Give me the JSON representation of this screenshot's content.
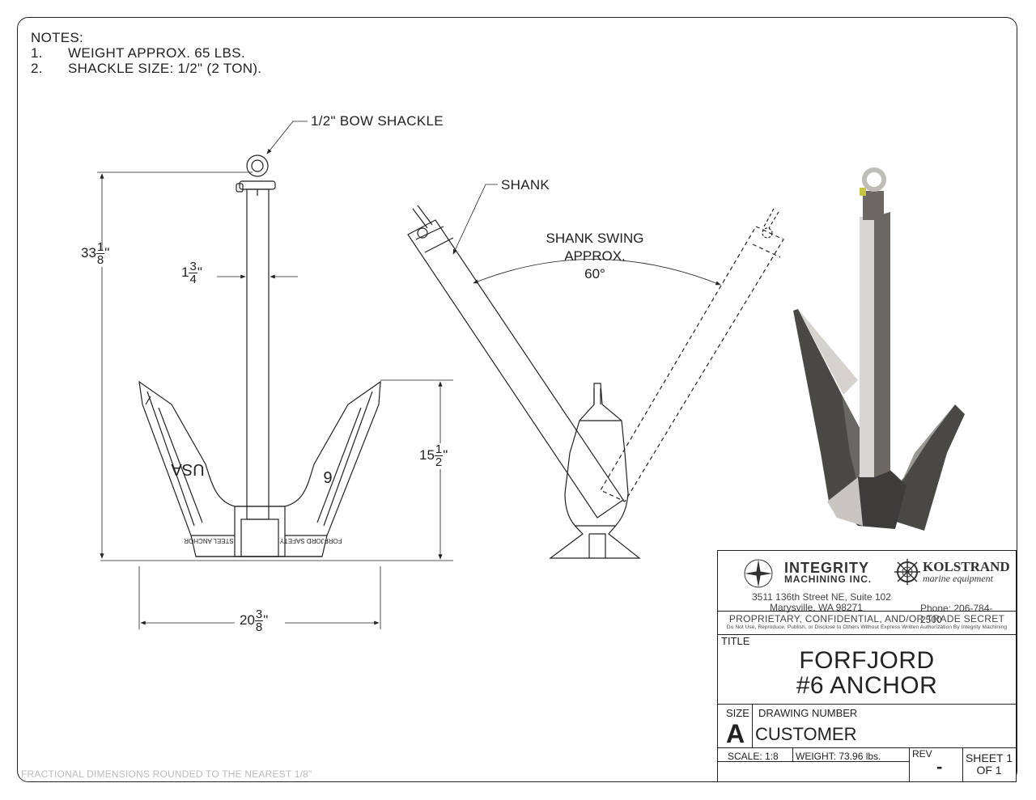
{
  "notes": {
    "heading": "NOTES:",
    "items": [
      {
        "num": "1.",
        "text": "WEIGHT APPROX. 65 LBS."
      },
      {
        "num": "2.",
        "text": "SHACKLE SIZE: 1/2\" (2 TON)."
      }
    ]
  },
  "callouts": {
    "shackle": "1/2\" BOW SHACKLE",
    "shank": "SHANK",
    "swing_line1": "SHANK SWING",
    "swing_line2": "APPROX.",
    "swing_line3": "60°"
  },
  "dimensions": {
    "height": {
      "whole": "33",
      "num": "1",
      "den": "8",
      "unit": "\""
    },
    "shank_width": {
      "whole": "1",
      "num": "3",
      "den": "4",
      "unit": "\""
    },
    "fluke_height": {
      "whole": "15",
      "num": "1",
      "den": "2",
      "unit": "\""
    },
    "width": {
      "whole": "20",
      "num": "3",
      "den": "8",
      "unit": "\""
    }
  },
  "anchor_markings": {
    "left_text": "USA",
    "right_text": "6",
    "left_crown": "STEEL ANCHOR",
    "right_crown": "FORFJORD SAFETY"
  },
  "footer_note": "FRACTIONAL DIMENSIONS ROUNDED TO THE NEAREST 1/8\"",
  "title_block": {
    "company1_a": "INTEGRITY",
    "company1_b": "MACHINING INC.",
    "company2_a": "KOLSTRAND",
    "company2_b": "marine equipment",
    "address_line1": "3511 136th Street NE, Suite 102",
    "address_line2": "Marysville, WA  98271",
    "phone": "Phone: 206-784-2500",
    "proprietary": "PROPRIETARY, CONFIDENTIAL, AND/OR TRADE SECRET",
    "disclaimer": "Do Not Use, Reproduce, Publish, or Disclose to Others Without Express Written Authorization By Integrity Machining",
    "title_label": "TITLE",
    "title_line1": "FORFJORD",
    "title_line2": "#6 ANCHOR",
    "size_label": "SIZE",
    "size_value": "A",
    "drawing_number_label": "DRAWING NUMBER",
    "drawing_number_value": "CUSTOMER",
    "scale": "SCALE: 1:8",
    "weight": "WEIGHT: 73.96 lbs.",
    "rev_label": "REV",
    "rev_value": "-",
    "sheet_line1": "SHEET 1",
    "sheet_line2": "OF 1"
  },
  "colors": {
    "line": "#222222",
    "red_accent": "#c41e1e",
    "render_dark": "#4a4845",
    "render_light": "#c9c6c2"
  }
}
